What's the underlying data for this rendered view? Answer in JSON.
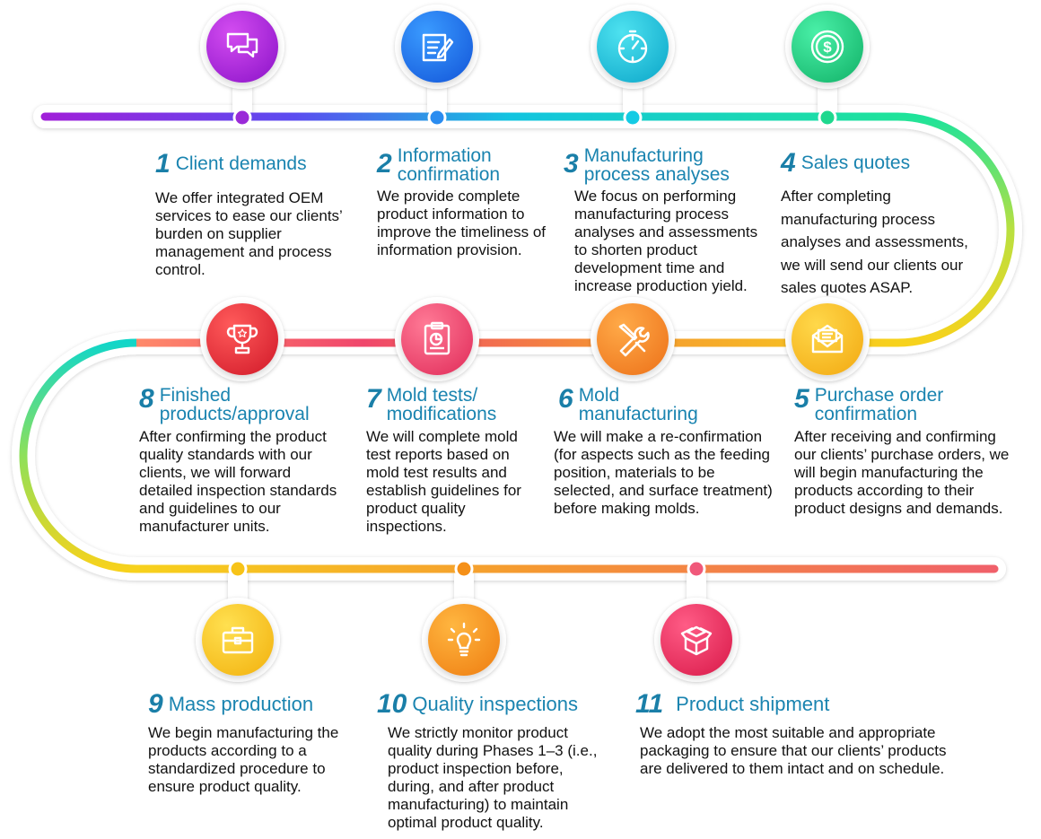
{
  "steps": [
    {
      "num": "1",
      "title": "Client demands",
      "desc": "We offer integrated OEM services to ease our clients’ burden on supplier management and process control.",
      "icon": "chat-bubbles-icon",
      "color": "#a21ed8"
    },
    {
      "num": "2",
      "title": "Information confirmation",
      "desc": "We provide complete product information to improve the timeliness of information provision.",
      "icon": "document-pen-icon",
      "color": "#1f6fe8"
    },
    {
      "num": "3",
      "title": "Manufacturing process analyses",
      "desc": "We focus on performing manufacturing process analyses and assessments to shorten product development time and increase production yield.",
      "icon": "stopwatch-icon",
      "color": "#12b9d6"
    },
    {
      "num": "4",
      "title": "Sales quotes",
      "desc": "After completing manufacturing process analyses and assessments, we will send our clients our sales quotes ASAP.",
      "icon": "dollar-coin-icon",
      "color": "#18c27a"
    },
    {
      "num": "5",
      "title": "Purchase order confirmation",
      "desc": "After receiving and confirming our clients’ purchase orders, we will begin manufacturing the products according to their product designs and demands.",
      "icon": "envelope-icon",
      "color": "#f5b81c"
    },
    {
      "num": "6",
      "title": "Mold manufacturing",
      "desc": "We will make a re-confirmation (for aspects such as the feeding position, materials to be selected, and surface treatment) before making molds.",
      "icon": "wrench-screwdriver-icon",
      "color": "#f5852a"
    },
    {
      "num": "7",
      "title": "Mold tests/ modifications",
      "desc": "We will complete mold test reports based on mold test results and establish guidelines for product quality inspections.",
      "icon": "clipboard-chart-icon",
      "color": "#f0466b"
    },
    {
      "num": "8",
      "title": "Finished products/approval",
      "desc": "After confirming the product quality standards with our clients, we will forward detailed inspection standards and guidelines to our manufacturer units.",
      "icon": "trophy-icon",
      "color": "#e8263a"
    },
    {
      "num": "9",
      "title": "Mass production",
      "desc": "We begin manufacturing the products according to a standardized procedure to ensure product quality.",
      "icon": "toolbox-icon",
      "color": "#f7c318"
    },
    {
      "num": "10",
      "title": "Quality inspections",
      "desc": "We strictly monitor product quality during Phases 1–3 (i.e., product inspection before, during, and after product manufacturing) to maintain optimal product quality.",
      "icon": "lightbulb-icon",
      "color": "#f59018"
    },
    {
      "num": "11",
      "title": "Product shipment",
      "desc": "We adopt the most suitable and appropriate packaging to ensure that our clients’ products are delivered to them intact and on schedule.",
      "icon": "open-box-icon",
      "color": "#e8295a"
    }
  ]
}
